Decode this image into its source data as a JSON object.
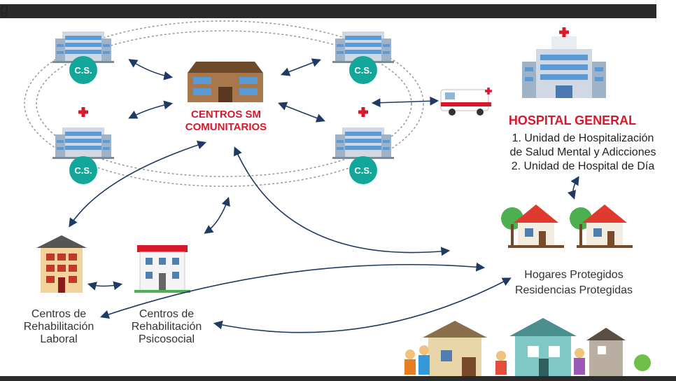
{
  "header_tail": "g",
  "cs_label": "C.S.",
  "centros_sm": [
    "CENTROS SM",
    "COMUNITARIOS"
  ],
  "hospital": {
    "title": "HOSPITAL GENERAL",
    "items": [
      "1. Unidad de Hospitalización",
      "de Salud Mental y Adicciones",
      "2. Unidad de Hospital de Día"
    ]
  },
  "hogares": [
    "Hogares Protegidos",
    "Residencias Protegidas"
  ],
  "laboral": [
    "Centros de",
    "Rehabilitación",
    "Laboral"
  ],
  "psicosocial": [
    "Centros de",
    "Rehabilitación",
    "Psicosocial"
  ],
  "colors": {
    "teal": "#12a79a",
    "red": "#d7192b",
    "arrow": "#1f3a63",
    "building": "#5b9bd5"
  }
}
